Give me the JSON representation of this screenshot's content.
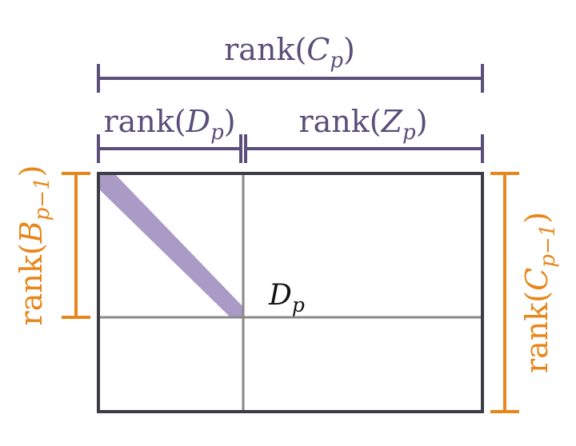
{
  "colors": {
    "purple": "#5a4e7a",
    "orange": "#e8861a",
    "frame": "#3c3c44",
    "grid": "#8a8a8a",
    "diagonal": "#a99bc6",
    "text": "#111111"
  },
  "labels": {
    "top": {
      "pre": "rank(",
      "sym": "C",
      "sub": "p",
      "post": ")"
    },
    "left_top": {
      "pre": "rank(",
      "sym": "D",
      "sub": "p",
      "post": ")"
    },
    "right_top": {
      "pre": "rank(",
      "sym": "Z",
      "sub": "p",
      "post": ")"
    },
    "left_side": {
      "pre": "rank(",
      "sym": "B",
      "sub": "p−1",
      "post": ")"
    },
    "right_side": {
      "pre": "rank(",
      "sym": "C",
      "sub": "p−1",
      "post": ")"
    },
    "block": {
      "sym": "D",
      "sub": "p"
    }
  }
}
